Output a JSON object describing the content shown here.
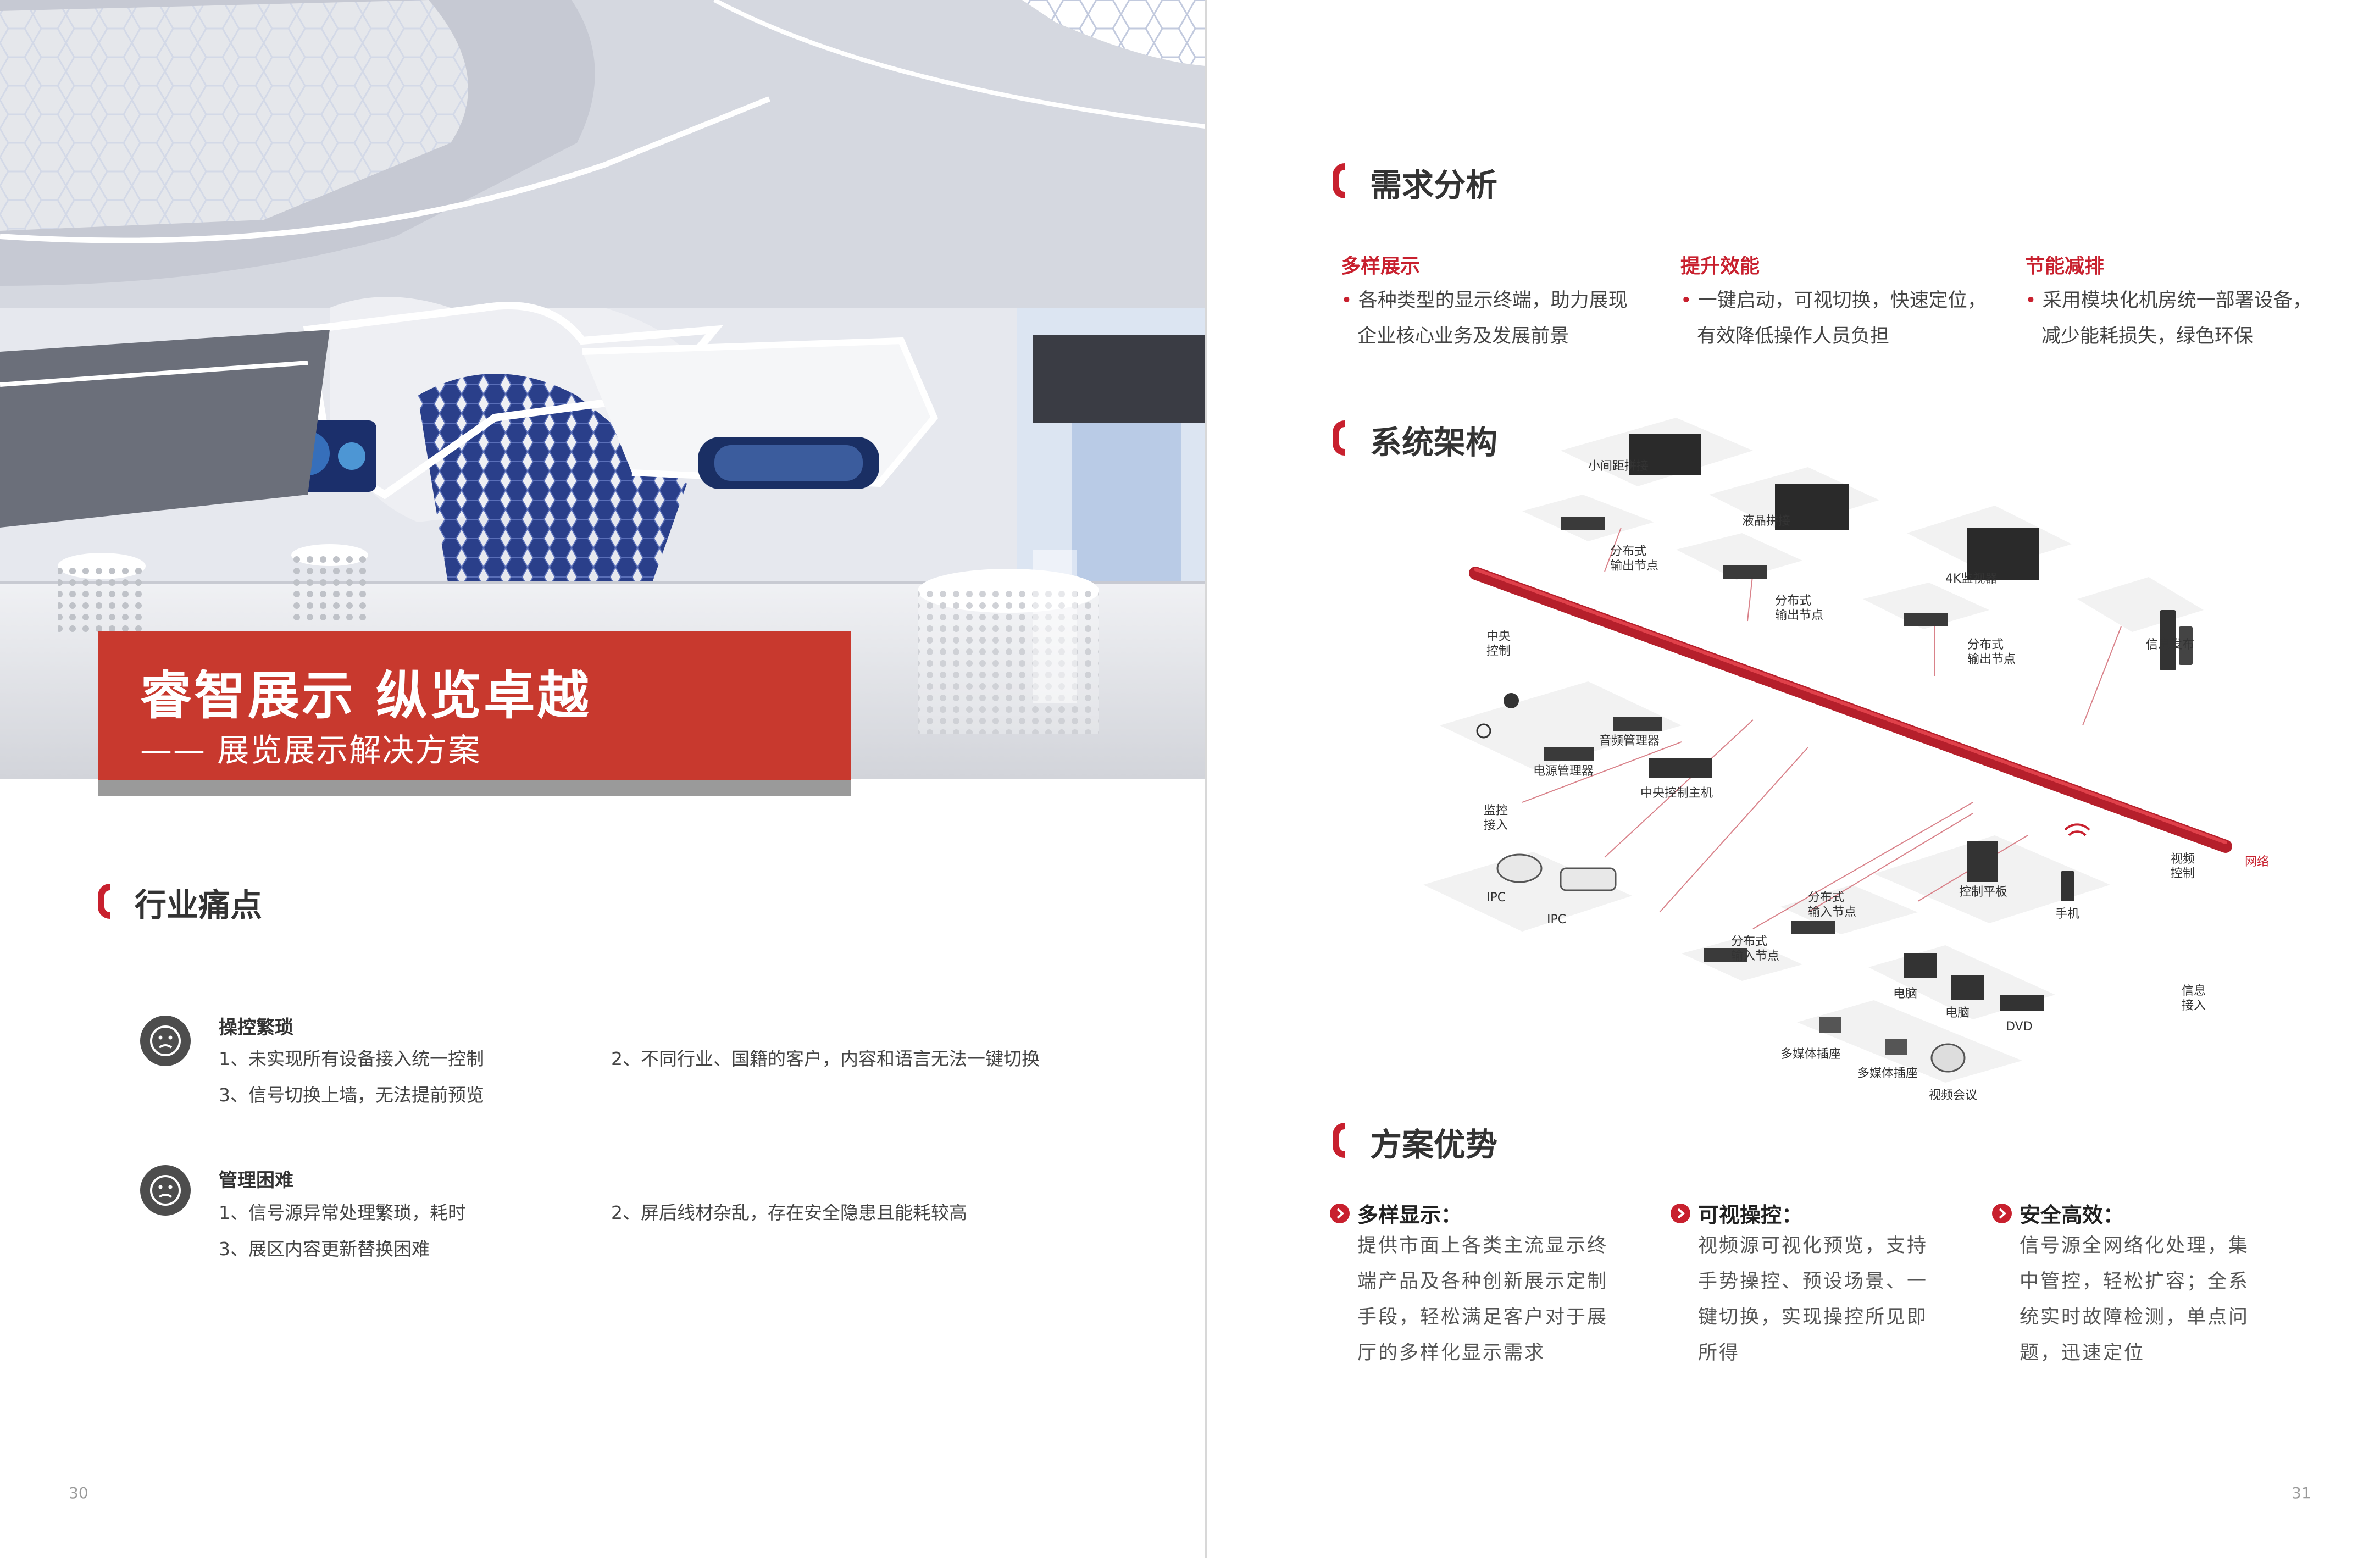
{
  "left_page": {
    "banner": {
      "title": "睿智展示 纵览卓越",
      "subtitle": "—— 展览展示解决方案"
    },
    "pain_points": {
      "section_title": "行业痛点",
      "groups": [
        {
          "heading": "操控繁琐",
          "items": [
            "1、未实现所有设备接入统一控制",
            "2、不同行业、国籍的客户，内容和语言无法一键切换",
            "3、信号切换上墙，无法提前预览"
          ]
        },
        {
          "heading": "管理困难",
          "items": [
            "1、信号源异常处理繁琐，耗时",
            "2、屏后线材杂乱，存在安全隐患且能耗较高",
            "3、展区内容更新替换困难"
          ]
        }
      ]
    },
    "page_number": "30"
  },
  "right_page": {
    "needs": {
      "section_title": "需求分析",
      "columns": [
        {
          "heading": "多样展示",
          "lines": [
            "各种类型的显示终端，助力展现",
            "企业核心业务及发展前景"
          ]
        },
        {
          "heading": "提升效能",
          "lines": [
            "一键启动，可视切换，快速定位，",
            "有效降低操作人员负担"
          ]
        },
        {
          "heading": "节能减排",
          "lines": [
            "采用模块化机房统一部署设备，",
            "减少能耗损失，绿色环保"
          ]
        }
      ]
    },
    "architecture": {
      "section_title": "系统架构",
      "labels": {
        "small_pitch": "小间距拼接",
        "lcd_splice": "液晶拼接",
        "monitor_4k": "4K监视器",
        "info_release": "信息发布",
        "dist_output_1": "分布式\n输出节点",
        "dist_output_2": "分布式\n输出节点",
        "dist_output_3": "分布式\n输出节点",
        "central_control_tag": "中央\n控制",
        "audio_mgr": "音频管理器",
        "power_mgr": "电源管理器",
        "central_host": "中央控制主机",
        "monitor_access_tag": "监控\n接入",
        "ipc_1": "IPC",
        "ipc_2": "IPC",
        "control_tablet": "控制平板",
        "phone": "手机",
        "video_control_tag": "视频\n控制",
        "network": "网络",
        "dist_input_1": "分布式\n输入节点",
        "dist_input_2": "分布式\n输入节点",
        "pc_1": "电脑",
        "pc_2": "电脑",
        "dvd": "DVD",
        "info_access_tag": "信息\n接入",
        "media_socket_1": "多媒体插座",
        "media_socket_2": "多媒体插座",
        "video_conf": "视频会议"
      }
    },
    "advantages": {
      "section_title": "方案优势",
      "columns": [
        {
          "heading": "多样显示：",
          "lines": [
            "提供市面上各类主流显示终",
            "端产品及各种创新展示定制",
            "手段，轻松满足客户对于展",
            "厅的多样化显示需求"
          ]
        },
        {
          "heading": "可视操控：",
          "lines": [
            "视频源可视化预览，支持",
            "手势操控、预设场景、一",
            "键切换，实现操控所见即",
            "所得"
          ]
        },
        {
          "heading": "安全高效：",
          "lines": [
            "信号源全网络化处理，集",
            "中管控，轻松扩容；全系",
            "统实时故障检测，单点问",
            "题，迅速定位"
          ]
        }
      ]
    },
    "page_number": "31"
  },
  "colors": {
    "accent": "#c8202e",
    "banner": "#c8392e",
    "text": "#333333"
  }
}
